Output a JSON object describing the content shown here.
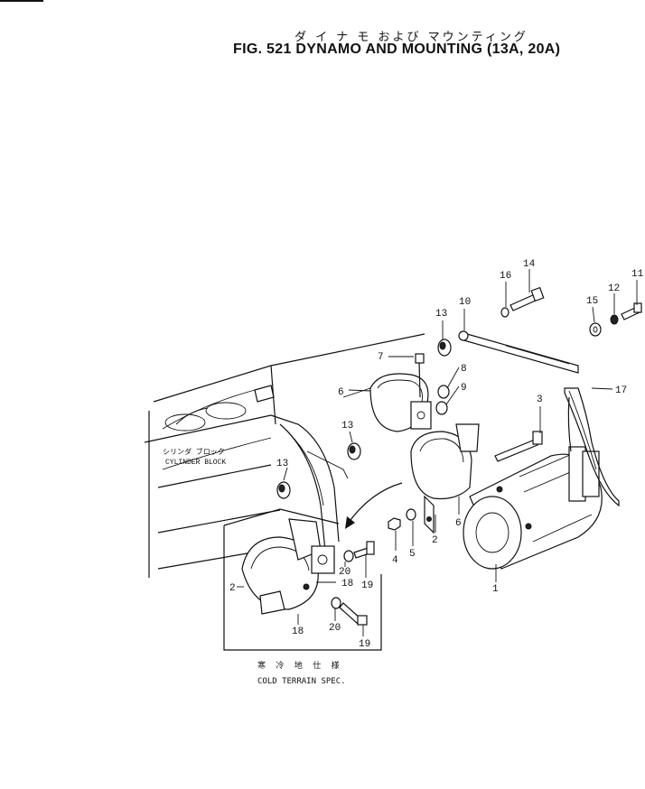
{
  "header": {
    "title_jp": "ダ イ ナ モ および マウンティング",
    "title_en": "FIG. 521  DYNAMO AND MOUNTING (13A, 20A)"
  },
  "block": {
    "label_jp": "シリンダ ブロック",
    "label_en": "CYLINDER BLOCK"
  },
  "inset": {
    "caption_jp": "寒 冷 地 仕 様",
    "caption_en": "COLD TERRAIN SPEC."
  },
  "part_numbers": {
    "p1": "1",
    "p2": "2",
    "p2b": "2",
    "p3": "3",
    "p4": "4",
    "p5": "5",
    "p6": "6",
    "p6b": "6",
    "p7": "7",
    "p8": "8",
    "p9": "9",
    "p10": "10",
    "p11": "11",
    "p12": "12",
    "p13a": "13",
    "p13b": "13",
    "p13c": "13",
    "p14": "14",
    "p15": "15",
    "p16": "16",
    "p17": "17",
    "p18a": "18",
    "p18b": "18",
    "p19a": "19",
    "p19b": "19",
    "p20a": "20",
    "p20b": "20"
  }
}
